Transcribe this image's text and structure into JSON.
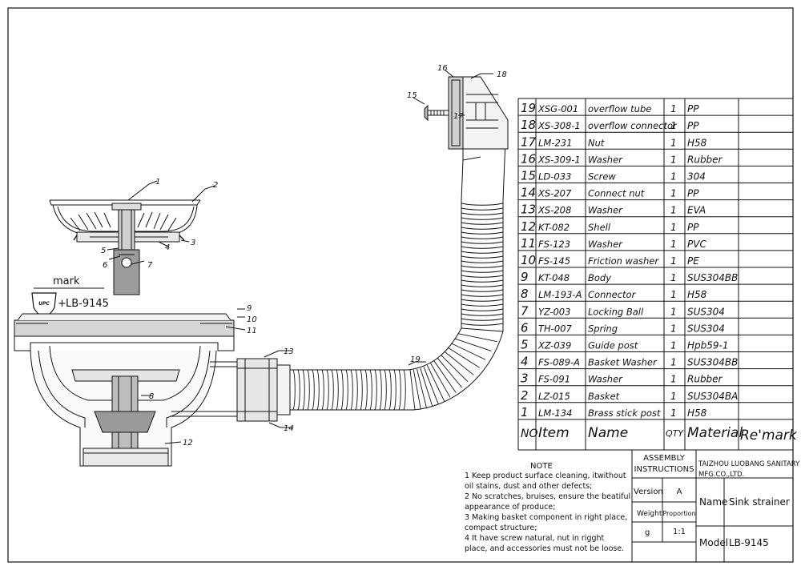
{
  "parts": [
    {
      "no": "19",
      "code": "XSG-001",
      "name": "overflow tube",
      "qty": "1",
      "material": "PP"
    },
    {
      "no": "18",
      "code": "XS-308-1",
      "name": "overflow connector",
      "qty": "1",
      "material": "PP"
    },
    {
      "no": "17",
      "code": "LM-231",
      "name": "Nut",
      "qty": "1",
      "material": "H58"
    },
    {
      "no": "16",
      "code": "XS-309-1",
      "name": "Washer",
      "qty": "1",
      "material": "Rubber"
    },
    {
      "no": "15",
      "code": "LD-033",
      "name": "Screw",
      "qty": "1",
      "material": "304"
    },
    {
      "no": "14",
      "code": "XS-207",
      "name": "Connect nut",
      "qty": "1",
      "material": "PP"
    },
    {
      "no": "13",
      "code": "XS-208",
      "name": "Washer",
      "qty": "1",
      "material": "EVA"
    },
    {
      "no": "12",
      "code": "KT-082",
      "name": "Shell",
      "qty": "1",
      "material": "PP"
    },
    {
      "no": "11",
      "code": "FS-123",
      "name": "Washer",
      "qty": "1",
      "material": "PVC"
    },
    {
      "no": "10",
      "code": "FS-145",
      "name": "Friction  washer",
      "qty": "1",
      "material": "PE"
    },
    {
      "no": "9",
      "code": "KT-048",
      "name": "Body",
      "qty": "1",
      "material": "SUS304BB"
    },
    {
      "no": "8",
      "code": "LM-193-A",
      "name": "Connector",
      "qty": "1",
      "material": "H58"
    },
    {
      "no": "7",
      "code": "YZ-003",
      "name": "Locking Ball",
      "qty": "1",
      "material": "SUS304"
    },
    {
      "no": "6",
      "code": "TH-007",
      "name": "Spring",
      "qty": "1",
      "material": "SUS304"
    },
    {
      "no": "5",
      "code": "XZ-039",
      "name": "Guide post",
      "qty": "1",
      "material": "Hpb59-1"
    },
    {
      "no": "4",
      "code": "FS-089-A",
      "name": "Basket Washer",
      "qty": "1",
      "material": "SUS304BB"
    },
    {
      "no": "3",
      "code": "FS-091",
      "name": "Washer",
      "qty": "1",
      "material": "Rubber"
    },
    {
      "no": "2",
      "code": "LZ-015",
      "name": "Basket",
      "qty": "1",
      "material": "SUS304BA"
    },
    {
      "no": "1",
      "code": "LM-134",
      "name": "Brass stick post",
      "qty": "1",
      "material": "H58"
    }
  ],
  "table_header": {
    "no": "NO",
    "item": "Item",
    "name": "Name",
    "qty": "QTY",
    "material": "Material",
    "remark": "Re'mark"
  },
  "mark": {
    "label": "mark",
    "model": "LB-9145",
    "plus": "+"
  },
  "callouts": {
    "basket": [
      "1",
      "2",
      "3",
      "4",
      "5",
      "6",
      "7"
    ],
    "main": [
      "9",
      "10",
      "11",
      "8",
      "12"
    ],
    "pipe": [
      "13",
      "14",
      "19"
    ],
    "overflow": [
      "15",
      "16",
      "17",
      "18"
    ]
  },
  "notes": {
    "title": "NOTE",
    "lines": [
      "1  Keep product surface cleaning, itwithout",
      "oil stains, dust and other defects;",
      "2 No scratches, bruises, ensure the beatiful",
      "appearance of produce;",
      "3  Making basket component in right place,",
      "compact structure;",
      "4  It have screw natural, nut in rigght",
      "place,  and accessories must not be loose."
    ]
  },
  "title_block": {
    "assembly_line1": "ASSEMBLY",
    "assembly_line2": "INSTRUCTIONS",
    "company_line1": "TAIZHOU LUOBANG SANITARY WARE",
    "company_line2": "MFG.CO.,LTD.",
    "version_label": "Version",
    "version_value": "A",
    "weight_label": "Weight",
    "weight_value": "g",
    "proportion_label": "Proportion",
    "proportion_value": "1:1",
    "name_label": "Name",
    "name_value": "Sink strainer",
    "model_label": "Model",
    "model_value": "LB-9145"
  }
}
